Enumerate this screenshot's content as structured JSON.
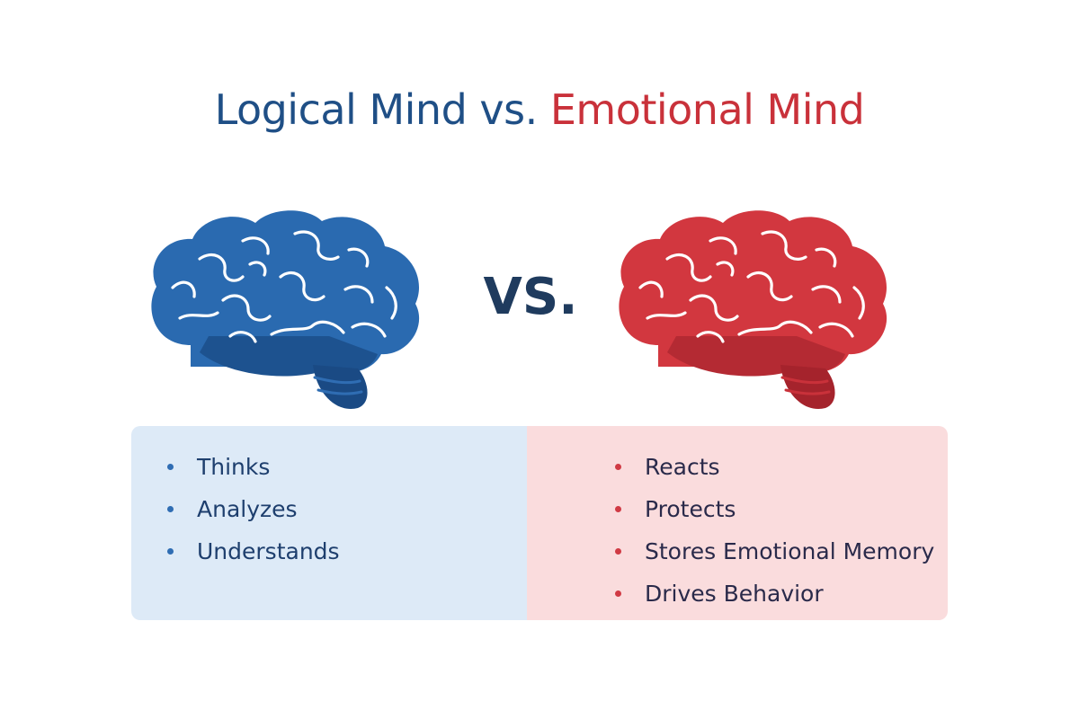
{
  "title": {
    "part1": "Logical Mind vs. ",
    "part2": "Emotional Mind"
  },
  "vs_label": "VS.",
  "colors": {
    "logical": "#1f4f86",
    "emotional": "#c9313a",
    "logical_brain": "#2a6ab0",
    "emotional_brain": "#d2373f",
    "logical_panel": "#ddeaf7",
    "emotional_panel": "#fadcdd"
  },
  "logical": {
    "icon": "blue-brain-icon",
    "items": [
      "Thinks",
      "Analyzes",
      "Understands"
    ]
  },
  "emotional": {
    "icon": "red-brain-icon",
    "items": [
      "Reacts",
      "Protects",
      "Stores Emotional Memory",
      "Drives Behavior"
    ]
  }
}
